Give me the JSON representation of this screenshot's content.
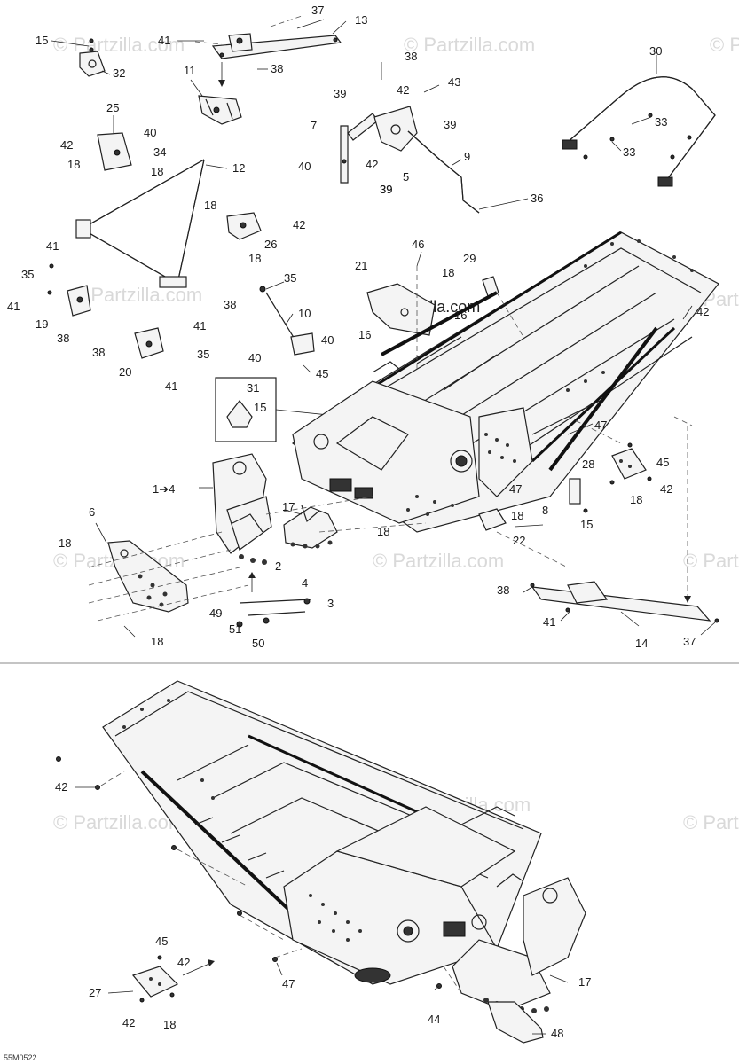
{
  "watermark": "© Partzilla.com",
  "watermark_dark": "© Partzilla.com",
  "diagram_code": "55M0522",
  "callouts_top": [
    "37",
    "13",
    "15",
    "41",
    "38",
    "32",
    "11",
    "38",
    "30",
    "43",
    "39",
    "42",
    "7",
    "39",
    "33",
    "25",
    "40",
    "42",
    "34",
    "18",
    "18",
    "12",
    "40",
    "42",
    "39",
    "9",
    "33",
    "5",
    "39",
    "36",
    "18",
    "42",
    "26",
    "18",
    "41",
    "35",
    "41",
    "19",
    "38",
    "35",
    "38",
    "10",
    "40",
    "21",
    "46",
    "29",
    "18",
    "16",
    "16",
    "42",
    "38",
    "20",
    "41",
    "35",
    "40",
    "45",
    "41",
    "31",
    "15",
    "47",
    "28",
    "45",
    "42",
    "18",
    "1➔4",
    "17",
    "47",
    "18",
    "6",
    "8",
    "15",
    "22",
    "18",
    "18",
    "2",
    "4",
    "3",
    "38",
    "49",
    "51",
    "50",
    "41",
    "14",
    "37",
    "18"
  ],
  "callouts_bottom": [
    "42",
    "45",
    "42",
    "27",
    "47",
    "42",
    "18",
    "44",
    "17",
    "48"
  ]
}
